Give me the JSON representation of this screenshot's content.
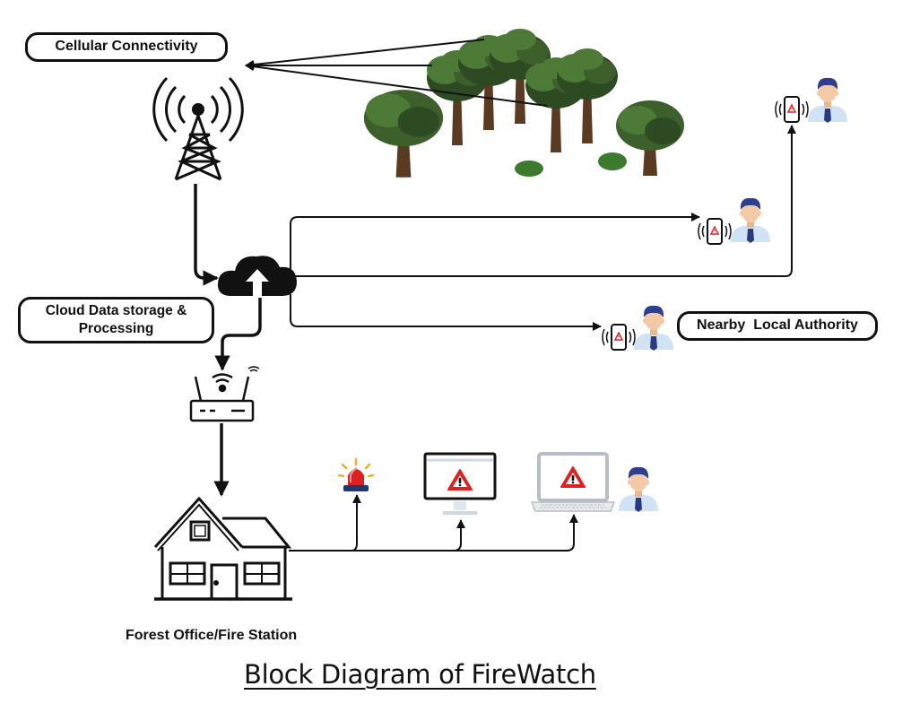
{
  "labels": {
    "cellular": "Cellular Connectivity",
    "cloud": "Cloud Data storage & Processing",
    "authority": "Nearby  Local Authority",
    "office": "Forest Office/Fire Station",
    "title": "Block Diagram of FireWatch"
  },
  "icons": {
    "tower": "cell-tower-icon",
    "forest": "forest-trees-icon",
    "cloud": "cloud-upload-icon",
    "router": "wifi-router-icon",
    "house": "fire-station-house-icon",
    "siren": "alarm-siren-icon",
    "monitor": "monitor-alert-icon",
    "laptop": "laptop-alert-icon",
    "phone": "phone-alert-icon",
    "person": "person-icon"
  },
  "colors": {
    "line": "#111111",
    "alert_red": "#e02020",
    "person_hair": "#2f3f8f",
    "skin": "#f3c9a6",
    "shirt": "#cfe3f5",
    "tie": "#2b3a80",
    "leaf_dark": "#2e4a22",
    "leaf_light": "#4d7a36",
    "trunk": "#5a3b22"
  }
}
